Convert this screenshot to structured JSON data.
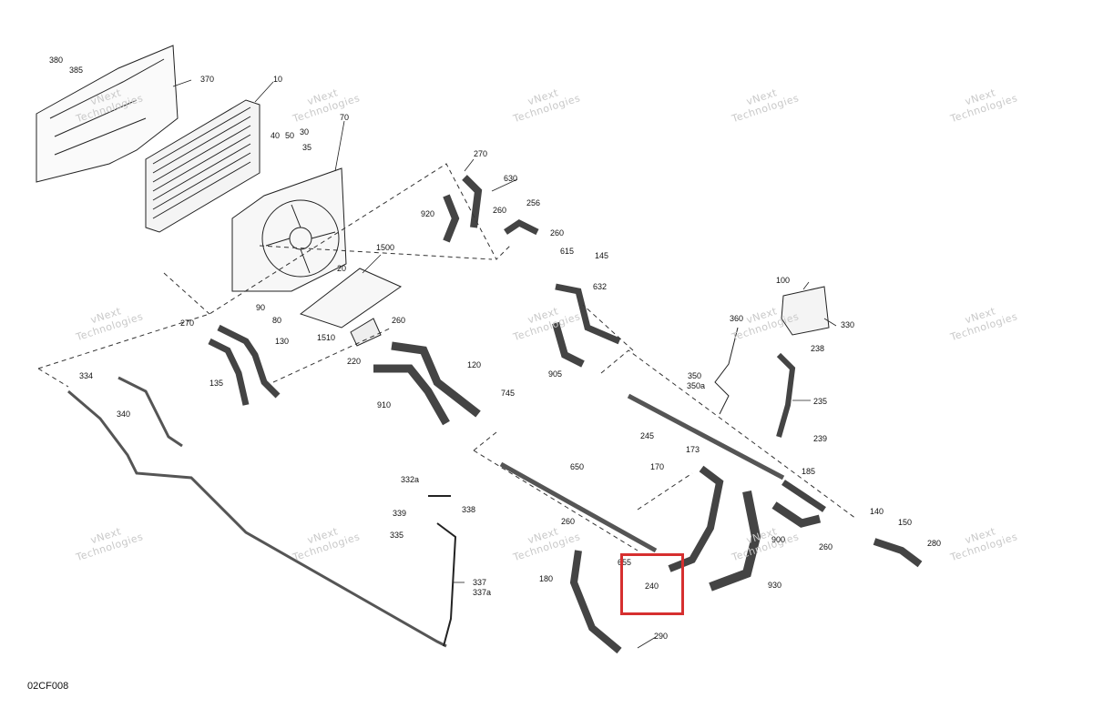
{
  "diagram": {
    "id": "02CF008",
    "highlight_color": "#d62f2f",
    "watermark": {
      "line1": "vNext",
      "line2": "Technologies"
    },
    "callouts": {
      "c380": "380",
      "c385": "385",
      "c370": "370",
      "c10": "10",
      "c70": "70",
      "c40": "40",
      "c50": "50",
      "c30": "30",
      "c35": "35",
      "c20": "20",
      "c1500": "1500",
      "c90": "90",
      "c80": "80",
      "c1510": "1510",
      "c220": "220",
      "c260a": "260",
      "c270a": "270",
      "c130": "130",
      "c135": "135",
      "c334": "334",
      "c340": "340",
      "c910": "910",
      "c120": "120",
      "c745": "745",
      "c270b": "270",
      "c630": "630",
      "c920": "920",
      "c260b": "260",
      "c256": "256",
      "c260c": "260",
      "c615": "615",
      "c145": "145",
      "c632": "632",
      "c905": "905",
      "c100": "100",
      "c360": "360",
      "c330": "330",
      "c238": "238",
      "c350": "350",
      "c350a": "350a",
      "c235": "235",
      "c245": "245",
      "c173": "173",
      "c170": "170",
      "c239": "239",
      "c185": "185",
      "c650": "650",
      "c332a": "332a",
      "c339": "339",
      "c338": "338",
      "c335": "335",
      "c337": "337",
      "c337a": "337a",
      "c260d": "260",
      "c655": "655",
      "c240": "240",
      "c180": "180",
      "c290": "290",
      "c900": "900",
      "c930": "930",
      "c260e": "260",
      "c140": "140",
      "c150": "150",
      "c280": "280"
    }
  }
}
